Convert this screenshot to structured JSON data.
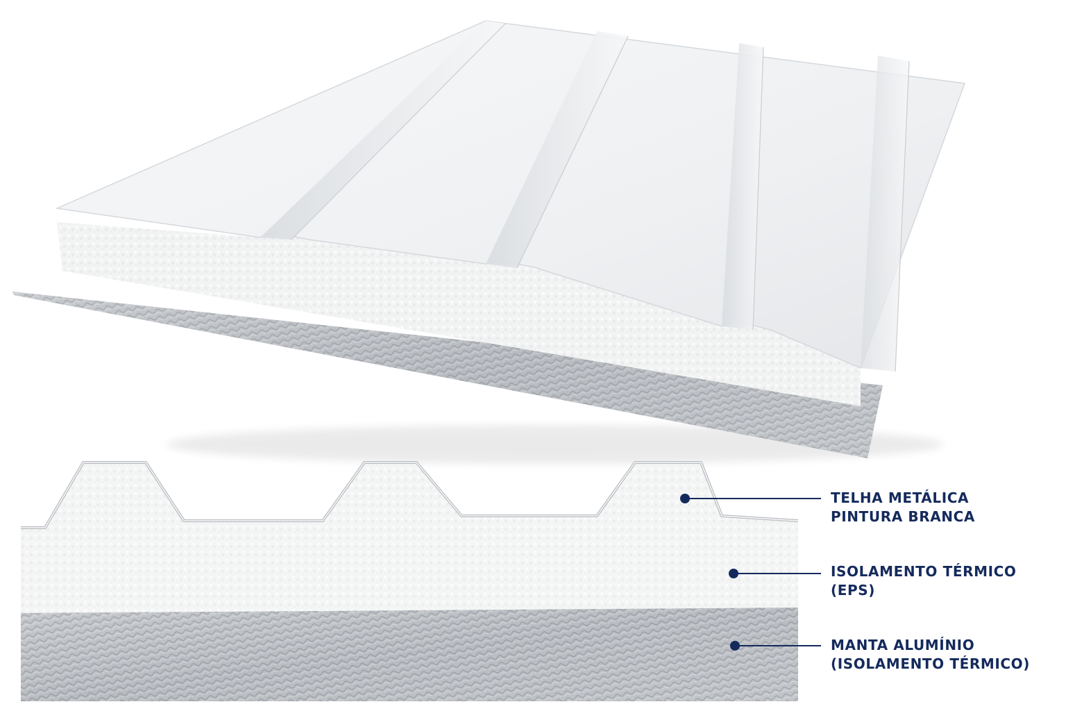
{
  "callouts": [
    {
      "id": "telha",
      "line1": "TELHA METÁLICA",
      "line2": "PINTURA BRANCA"
    },
    {
      "id": "eps",
      "line1": "ISOLAMENTO TÉRMICO",
      "line2": "(EPS)"
    },
    {
      "id": "manta",
      "line1": "MANTA ALUMÍNIO",
      "line2": "(ISOLAMENTO TÉRMICO)"
    }
  ],
  "colors": {
    "callout": "#142a5c",
    "sheet": "#f3f4f6",
    "foam": "#e9eaec",
    "foil": "#b9bcc1"
  }
}
